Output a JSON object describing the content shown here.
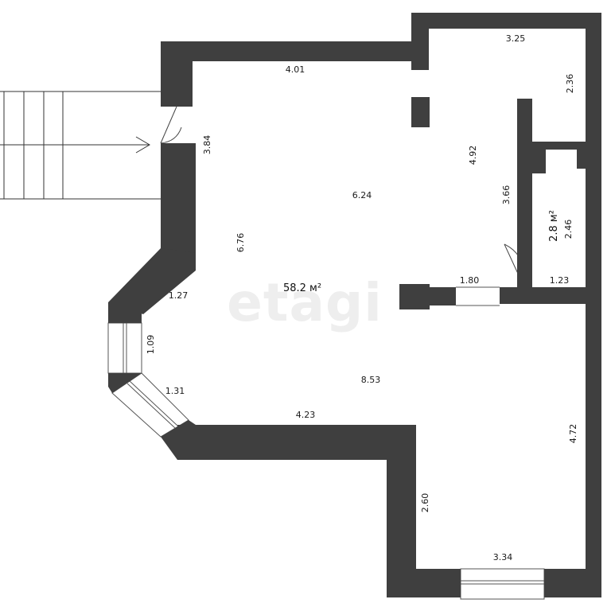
{
  "watermark": "etagi",
  "colors": {
    "wall": "#3f3f3f",
    "background": "#ffffff",
    "line": "#333333"
  },
  "rooms": {
    "main_area": "58.2 м²",
    "small_room_area": "2.8 м²"
  },
  "dimensions": {
    "top_wall": "4.01",
    "top_right_room_width": "3.25",
    "top_right_room_height": "2.36",
    "entrance_wall": "3.84",
    "main_width": "6.24",
    "corridor_height": "4.92",
    "partition_height": "3.66",
    "small_room_height": "2.46",
    "left_wall": "6.76",
    "bay_upper": "1.27",
    "bay_middle": "1.09",
    "bay_lower": "1.31",
    "opening_width": "1.80",
    "small_room_width": "1.23",
    "full_width": "8.53",
    "bottom_left_wall": "4.23",
    "right_wall": "4.72",
    "lower_left_wall": "2.60",
    "bottom_wall": "3.34"
  }
}
